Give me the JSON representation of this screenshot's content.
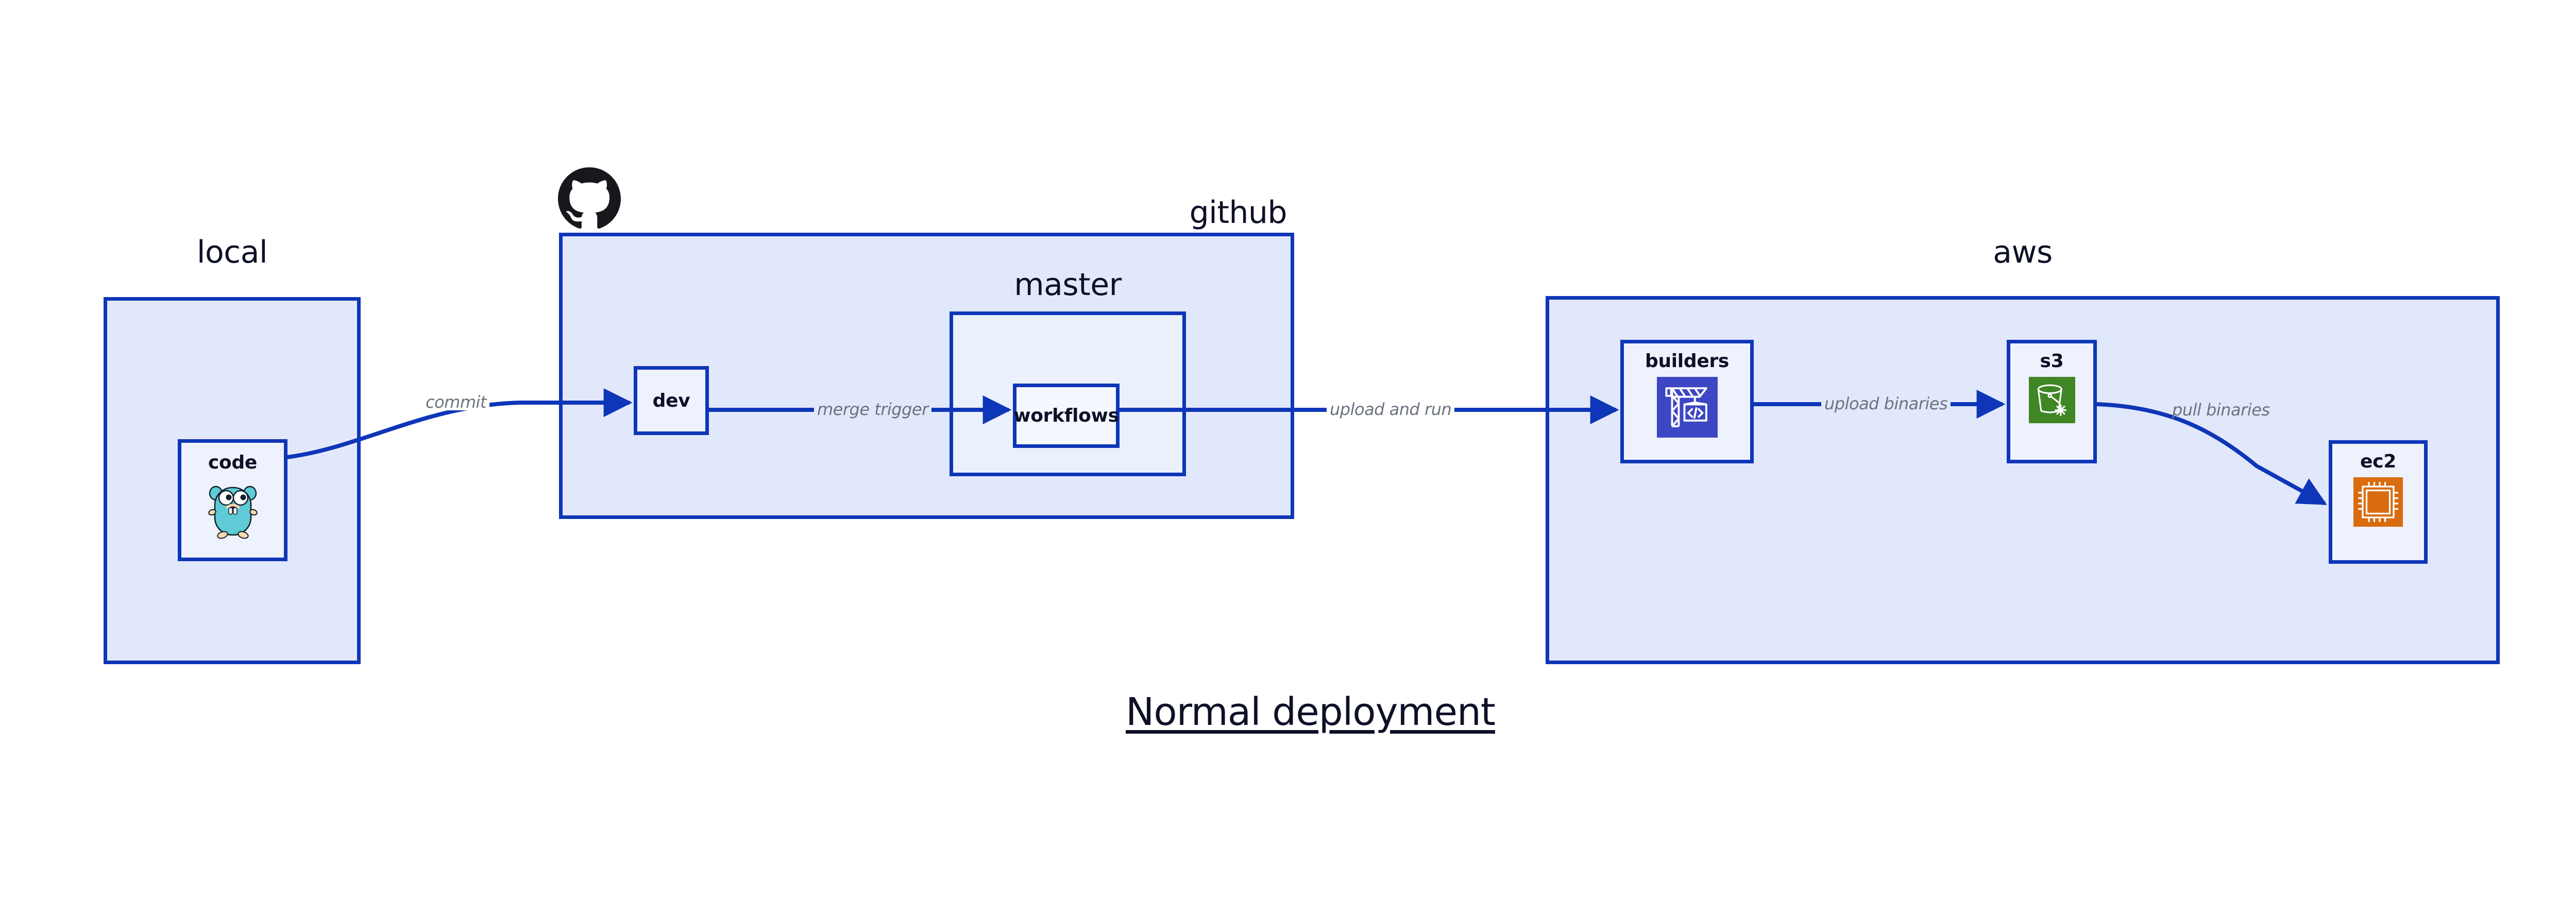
{
  "diagram": {
    "title": "Normal deployment",
    "accent_border": "#0e36b8",
    "group_fill": "#e2e8fb",
    "node_fill": "#eef2fd",
    "edge_label_color": "#6b7280"
  },
  "groups": [
    {
      "id": "local",
      "label": "local",
      "label_align": "center"
    },
    {
      "id": "github",
      "label": "github",
      "label_align": "right"
    },
    {
      "id": "aws",
      "label": "aws",
      "label_align": "center"
    }
  ],
  "subgroups": [
    {
      "id": "master",
      "label": "master",
      "parent": "github"
    }
  ],
  "nodes": [
    {
      "id": "code",
      "label": "code",
      "icon": "go-gopher-icon",
      "icon_color": "#5ecbd6",
      "parent": "local"
    },
    {
      "id": "dev",
      "label": "dev",
      "icon": "none",
      "icon_color": "",
      "parent": "github"
    },
    {
      "id": "workflows",
      "label": "workflows",
      "icon": "none",
      "icon_color": "",
      "parent": "master"
    },
    {
      "id": "builders",
      "label": "builders",
      "icon": "crane-icon",
      "icon_color": "#3d47c4",
      "parent": "aws"
    },
    {
      "id": "s3",
      "label": "s3",
      "icon": "bucket-icon",
      "icon_color": "#3f8624",
      "parent": "aws"
    },
    {
      "id": "ec2",
      "label": "ec2",
      "icon": "cpu-chip-icon",
      "icon_color": "#d96c0f",
      "parent": "aws"
    }
  ],
  "edges": [
    {
      "id": "commit",
      "from": "code",
      "to": "dev",
      "label": "commit"
    },
    {
      "id": "merge-trigger",
      "from": "dev",
      "to": "workflows",
      "label": "merge trigger"
    },
    {
      "id": "upload-and-run",
      "from": "workflows",
      "to": "builders",
      "label": "upload and run"
    },
    {
      "id": "upload-binaries",
      "from": "builders",
      "to": "s3",
      "label": "upload binaries"
    },
    {
      "id": "pull-binaries",
      "from": "s3",
      "to": "ec2",
      "label": "pull binaries"
    }
  ],
  "logos": [
    {
      "id": "github-logo",
      "name": "github-octocat-logo"
    }
  ]
}
